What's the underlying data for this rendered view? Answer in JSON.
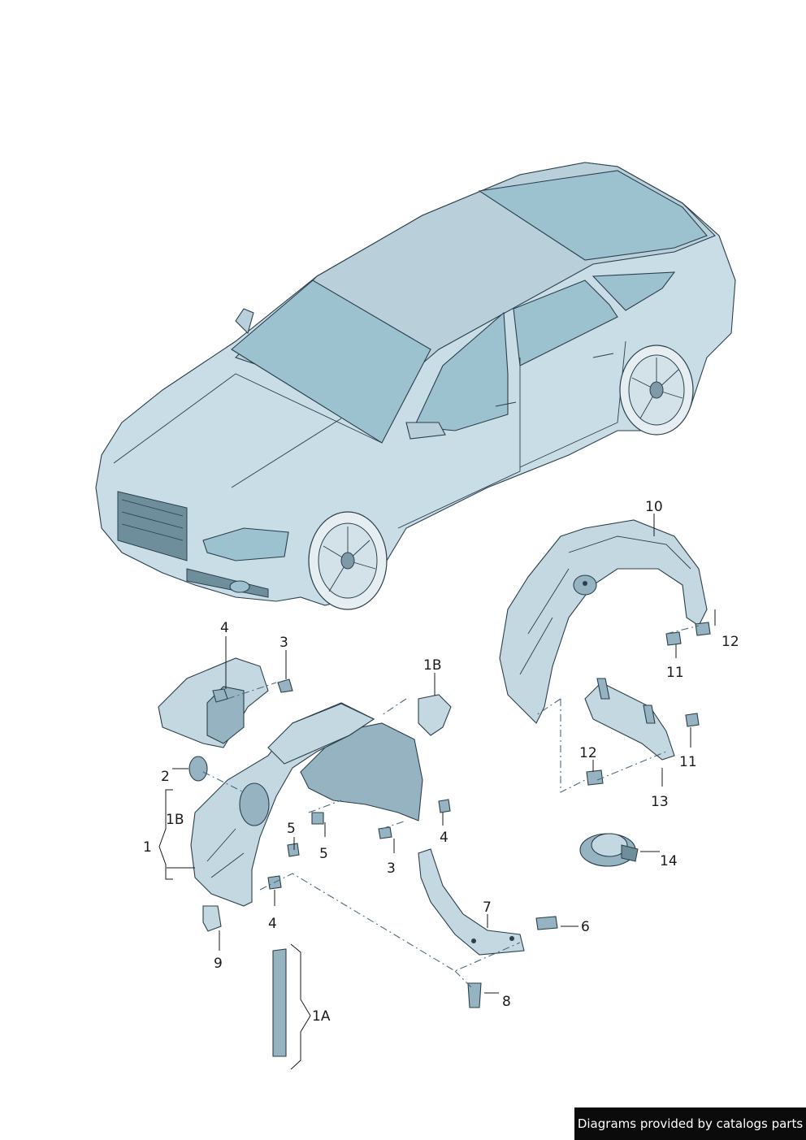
{
  "callouts": {
    "c1": "1",
    "c1a": "1A",
    "c1b_top": "1B",
    "c1b_left": "1B",
    "c2": "2",
    "c3_top": "3",
    "c3_bottom": "3",
    "c4_top": "4",
    "c4_mid": "4",
    "c4_bottom": "4",
    "c5_top": "5",
    "c5_bottom": "5",
    "c6": "6",
    "c7": "7",
    "c8": "8",
    "c9": "9",
    "c10": "10",
    "c11_top": "11",
    "c11_bottom": "11",
    "c12_top": "12",
    "c12_bottom": "12",
    "c13": "13",
    "c14": "14"
  },
  "footer": {
    "credit": "Diagrams provided by catalogs parts"
  }
}
